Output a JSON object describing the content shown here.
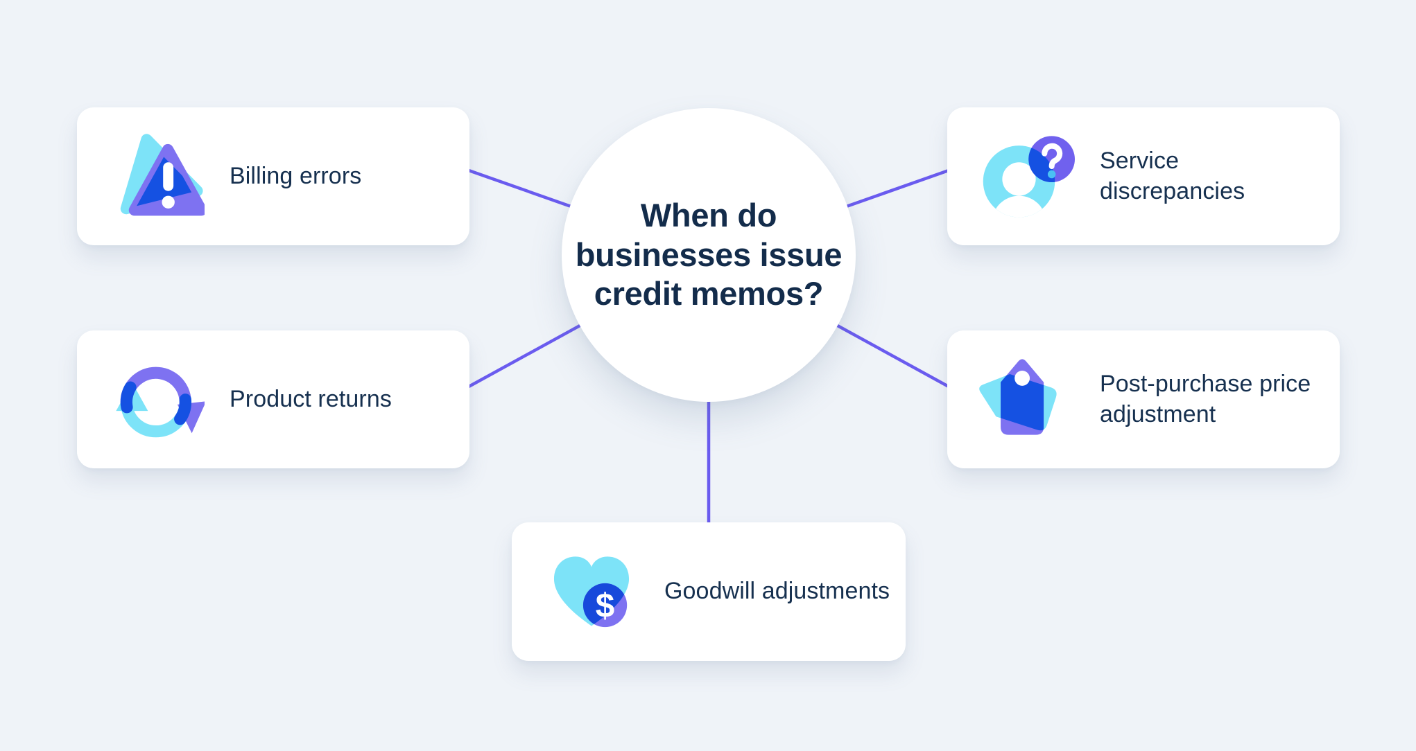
{
  "page": {
    "background_color": "#eff3f8",
    "card_color": "#ffffff",
    "connector_color": "#6a5bef",
    "text_color": "#16304f",
    "title_color": "#132c4b",
    "accent_cyan": "#7de3f8",
    "accent_blue": "#1551e2",
    "accent_purple": "#7e72f1",
    "question_dot_blue": "#4ac1f3"
  },
  "center": {
    "title": "When do businesses issue credit memos?",
    "title_lines": [
      "When do",
      "businesses issue",
      "credit memos?"
    ]
  },
  "cards": [
    {
      "id": "billing-errors",
      "label": "Billing errors",
      "icon": "warning-triangle-icon"
    },
    {
      "id": "service-discrepancies",
      "label": "Service discrepancies",
      "icon": "person-question-icon"
    },
    {
      "id": "product-returns",
      "label": "Product returns",
      "icon": "circular-arrows-icon"
    },
    {
      "id": "post-purchase-price-adjustment",
      "label": "Post-purchase price adjustment",
      "icon": "price-tags-icon"
    },
    {
      "id": "goodwill-adjustments",
      "label": "Goodwill adjustments",
      "icon": "heart-dollar-icon"
    }
  ]
}
